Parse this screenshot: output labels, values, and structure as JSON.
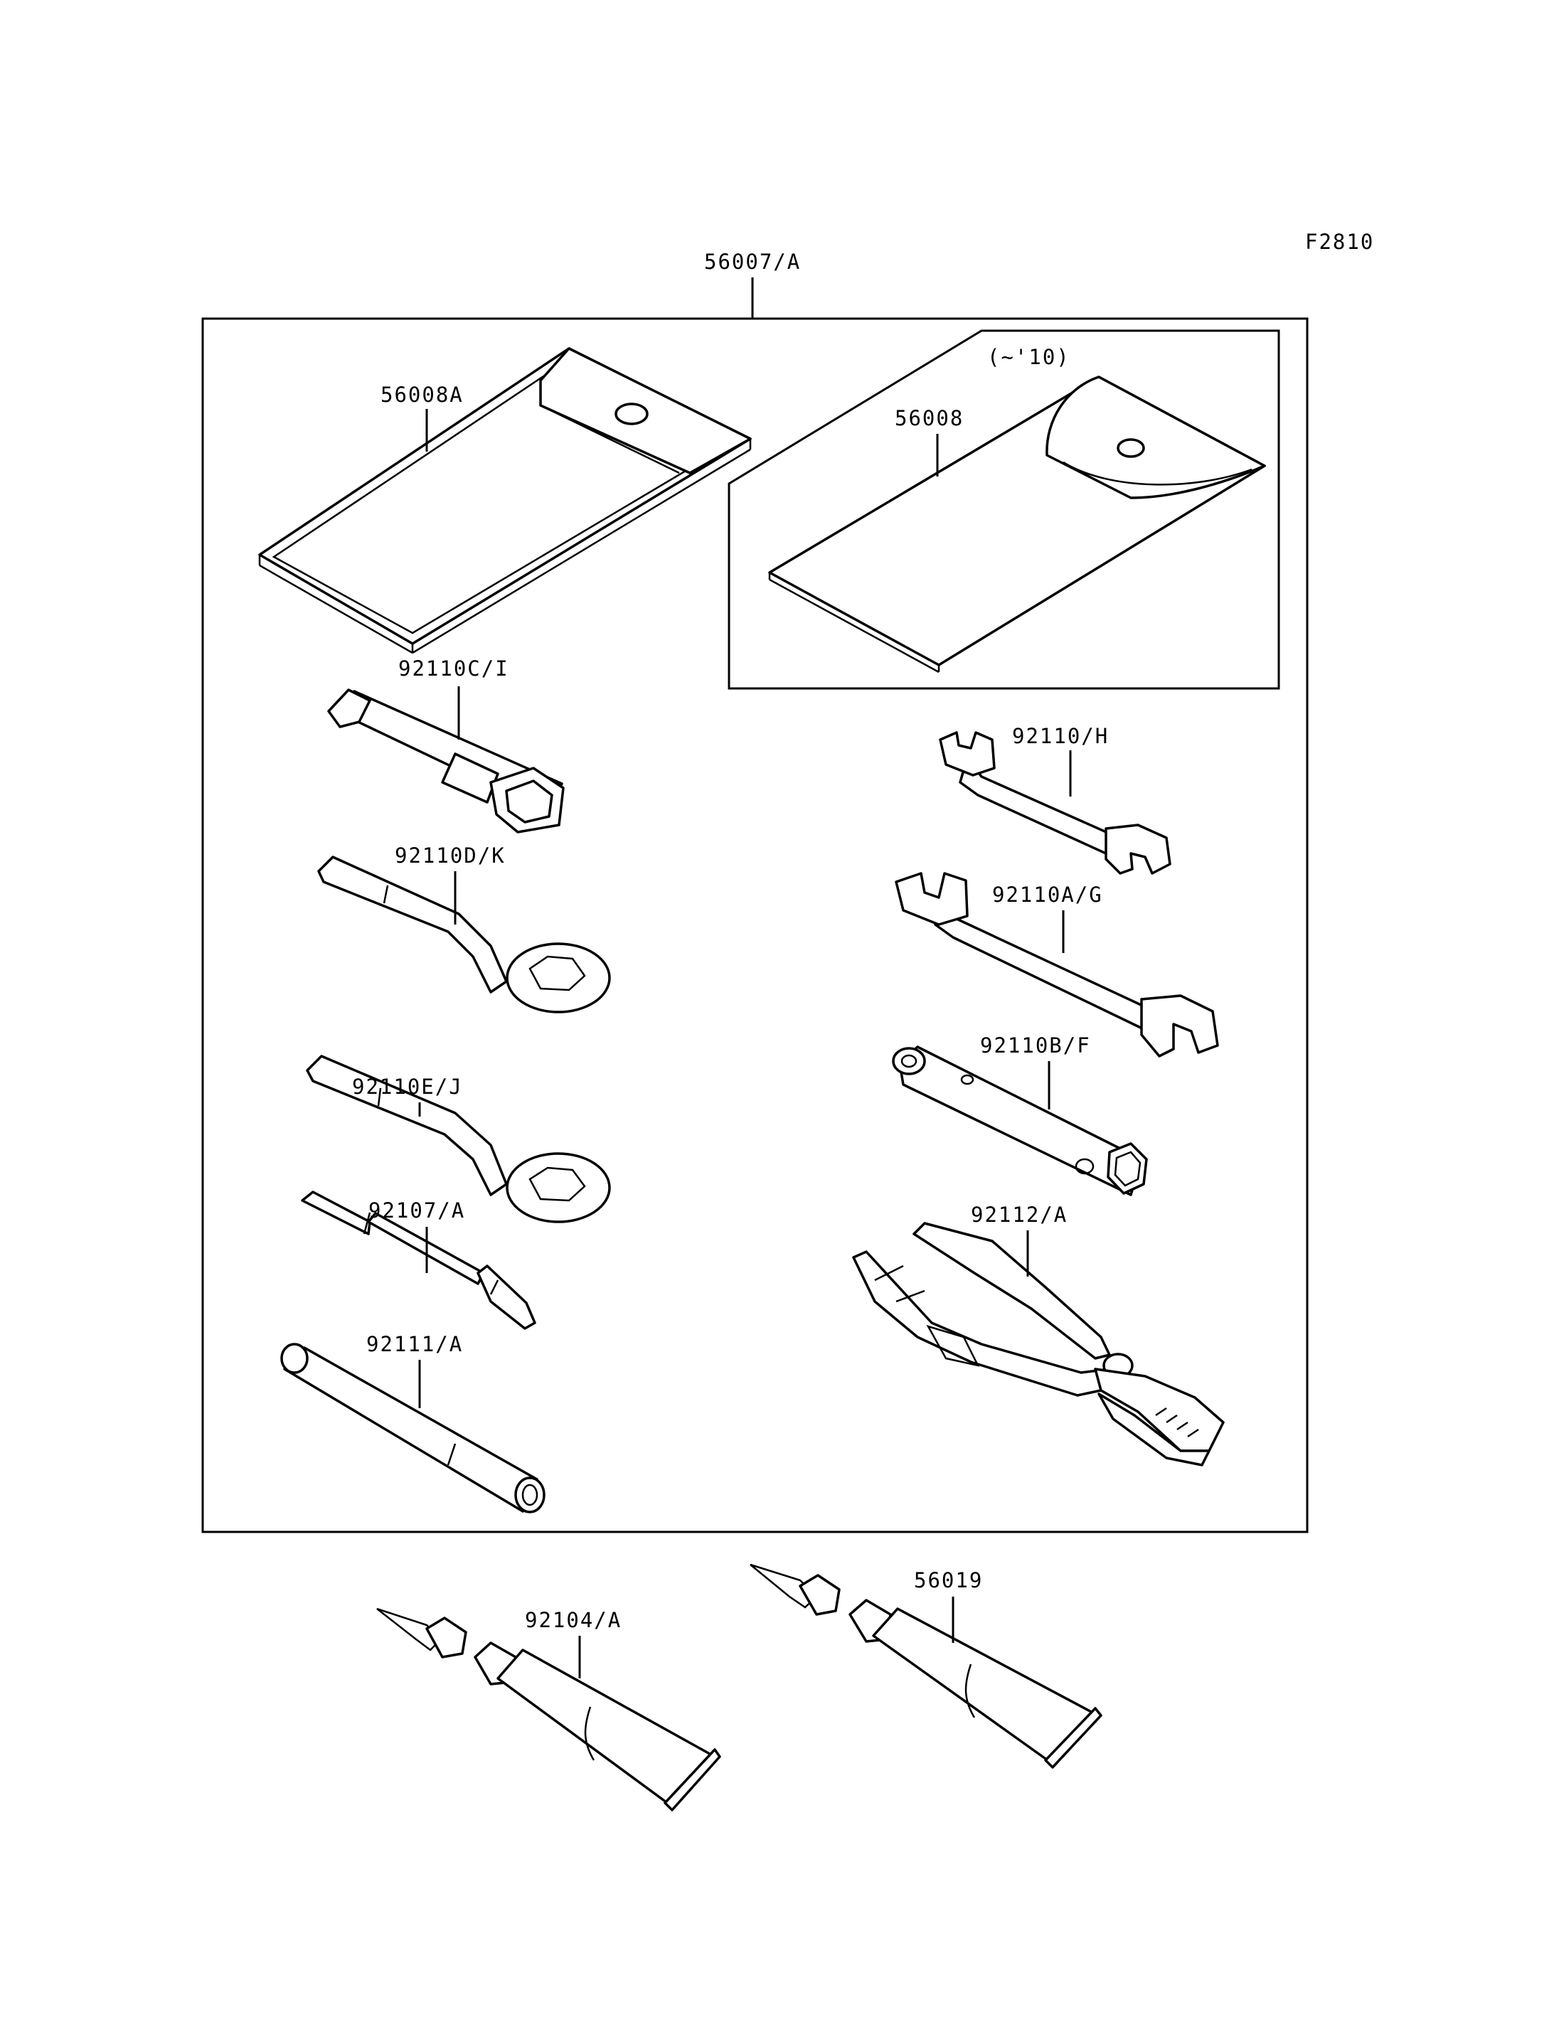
{
  "figure_code": "F2810",
  "parts": {
    "kit": "56007/A",
    "case_a": "56008A",
    "case_b": "56008",
    "case_b_note": "(~'10)",
    "plug_wrench": "92110C/I",
    "wrench_h": "92110/H",
    "ring_wrench_dk": "92110D/K",
    "wrench_ag": "92110A/G",
    "ring_wrench_ej": "92110E/J",
    "box_wrench_bf": "92110B/F",
    "screwdriver": "92107/A",
    "pliers": "92112/A",
    "handle": "92111/A",
    "grease_a": "92104/A",
    "grease_b": "56019"
  }
}
